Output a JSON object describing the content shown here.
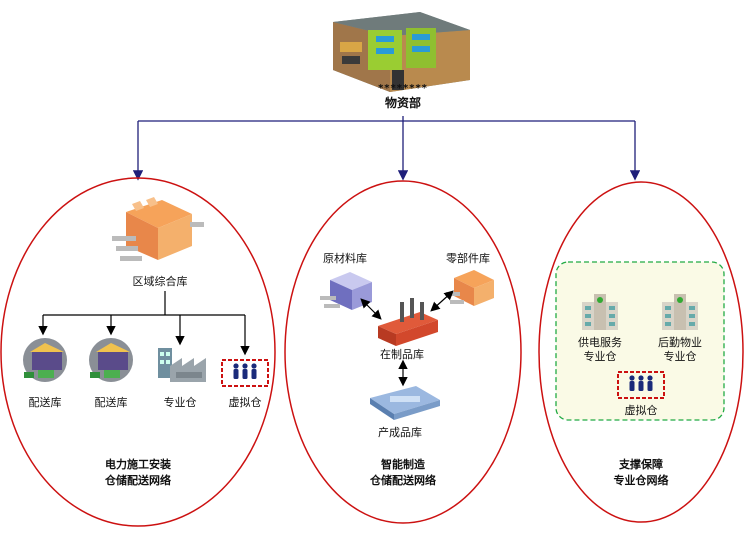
{
  "colors": {
    "connector": "#1f1f7a",
    "ellipse_border": "#cc1111",
    "virtual_border": "#cc1111",
    "support_box_border": "#22aa44",
    "support_box_fill": "#fafae6"
  },
  "headquarters": {
    "label": "物资部",
    "icon": "office-building-icon",
    "stars": "********"
  },
  "networks": [
    {
      "caption_line1": "电力施工安装",
      "caption_line2": "仓储配送网络",
      "hub": {
        "label": "区域综合库",
        "icon": "warehouse-icon"
      },
      "nodes": [
        {
          "label": "配送库",
          "icon": "distribution-warehouse-icon"
        },
        {
          "label": "配送库",
          "icon": "distribution-warehouse-icon"
        },
        {
          "label": "专业仓",
          "icon": "factory-icon"
        },
        {
          "label": "虚拟仓",
          "icon": "people-icon"
        }
      ]
    },
    {
      "caption_line1": "智能制造",
      "caption_line2": "仓储配送网络",
      "raw": {
        "label": "原材料库",
        "icon": "raw-material-warehouse-icon"
      },
      "parts": {
        "label": "零部件库",
        "icon": "parts-warehouse-icon"
      },
      "wip": {
        "label": "在制品库",
        "icon": "factory-icon"
      },
      "finished": {
        "label": "产成品库",
        "icon": "product-platform-icon"
      }
    },
    {
      "caption_line1": "支撑保障",
      "caption_line2": "专业仓网络",
      "power_supply": {
        "line1": "供电服务",
        "line2": "专业仓",
        "icon": "office-building-icon"
      },
      "logistics": {
        "line1": "后勤物业",
        "line2": "专业仓",
        "icon": "office-building-icon"
      },
      "virtual": {
        "label": "虚拟仓",
        "icon": "people-icon"
      }
    }
  ]
}
